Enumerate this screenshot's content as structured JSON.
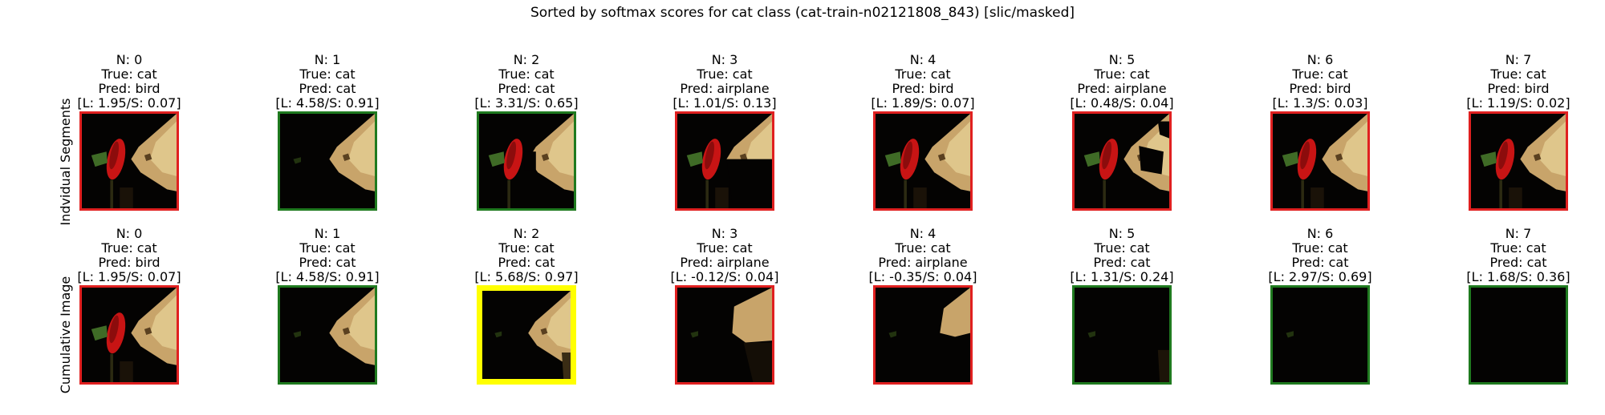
{
  "figure": {
    "title": "Sorted by softmax scores for cat class (cat-train-n02121808_843) [slic/masked]"
  },
  "colors": {
    "correct_border": "#1f7a1f",
    "wrong_border": "#e02020",
    "highlight_border": "#ffff00",
    "flower": "#c81414",
    "leaf": "#3f6b26",
    "cat": "#c8a46a"
  },
  "rows": [
    {
      "label": "Indvidual Segments",
      "tiles": [
        {
          "n": "N: 0",
          "true": "True: cat",
          "pred": "Pred: bird",
          "ls": "[L: 1.95/S: 0.07]",
          "border": "red",
          "content": "full"
        },
        {
          "n": "N: 1",
          "true": "True: cat",
          "pred": "Pred: cat",
          "ls": "[L: 4.58/S: 0.91]",
          "border": "green",
          "content": "no-flower"
        },
        {
          "n": "N: 2",
          "true": "True: cat",
          "pred": "Pred: cat",
          "ls": "[L: 3.31/S: 0.65]",
          "border": "green",
          "content": "gap"
        },
        {
          "n": "N: 3",
          "true": "True: cat",
          "pred": "Pred: airplane",
          "ls": "[L: 1.01/S: 0.13]",
          "border": "red",
          "content": "black-patch"
        },
        {
          "n": "N: 4",
          "true": "True: cat",
          "pred": "Pred: bird",
          "ls": "[L: 1.89/S: 0.07]",
          "border": "red",
          "content": "full"
        },
        {
          "n": "N: 5",
          "true": "True: cat",
          "pred": "Pred: airplane",
          "ls": "[L: 0.48/S: 0.04]",
          "border": "red",
          "content": "patches"
        },
        {
          "n": "N: 6",
          "true": "True: cat",
          "pred": "Pred: bird",
          "ls": "[L: 1.3/S: 0.03]",
          "border": "red",
          "content": "full"
        },
        {
          "n": "N: 7",
          "true": "True: cat",
          "pred": "Pred: bird",
          "ls": "[L: 1.19/S: 0.02]",
          "border": "red",
          "content": "full"
        }
      ]
    },
    {
      "label": "Cumulative Image",
      "tiles": [
        {
          "n": "N: 0",
          "true": "True: cat",
          "pred": "Pred: bird",
          "ls": "[L: 1.95/S: 0.07]",
          "border": "red",
          "content": "full"
        },
        {
          "n": "N: 1",
          "true": "True: cat",
          "pred": "Pred: cat",
          "ls": "[L: 4.58/S: 0.91]",
          "border": "green",
          "content": "no-flower"
        },
        {
          "n": "N: 2",
          "true": "True: cat",
          "pred": "Pred: cat",
          "ls": "[L: 5.68/S: 0.97]",
          "border": "yellow",
          "content": "cat-only"
        },
        {
          "n": "N: 3",
          "true": "True: cat",
          "pred": "Pred: airplane",
          "ls": "[L: -0.12/S: 0.04]",
          "border": "red",
          "content": "cat-partial"
        },
        {
          "n": "N: 4",
          "true": "True: cat",
          "pred": "Pred: airplane",
          "ls": "[L: -0.35/S: 0.04]",
          "border": "red",
          "content": "cat-small"
        },
        {
          "n": "N: 5",
          "true": "True: cat",
          "pred": "Pred: cat",
          "ls": "[L: 1.31/S: 0.24]",
          "border": "green",
          "content": "trace"
        },
        {
          "n": "N: 6",
          "true": "True: cat",
          "pred": "Pred: cat",
          "ls": "[L: 2.97/S: 0.69]",
          "border": "green",
          "content": "speck"
        },
        {
          "n": "N: 7",
          "true": "True: cat",
          "pred": "Pred: cat",
          "ls": "[L: 1.68/S: 0.36]",
          "border": "green",
          "content": "black"
        }
      ]
    }
  ]
}
